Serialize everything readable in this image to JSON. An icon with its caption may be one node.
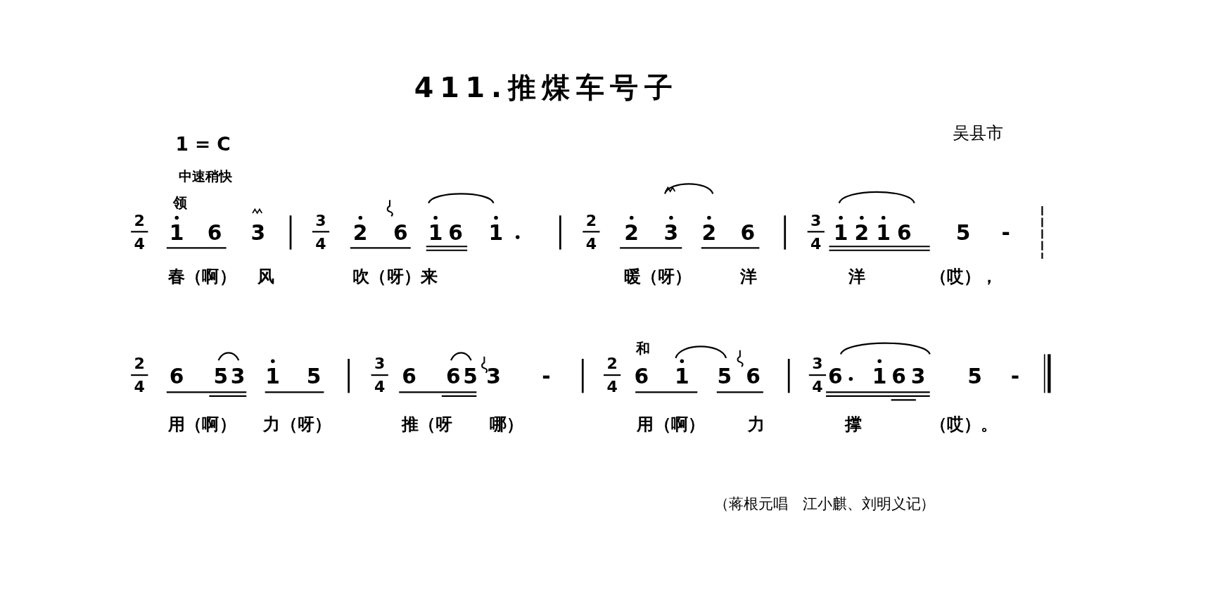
{
  "diagram": {
    "title": "411.推煤车号子",
    "labels": [
      "吴县市",
      "1 = C",
      "中速稍快",
      "领",
      "2",
      "4",
      "1",
      "6",
      "3",
      "3",
      "4",
      "2",
      "6",
      "1",
      "6",
      "1",
      "2",
      "4",
      "2",
      "3",
      "2",
      "6",
      "3",
      "4",
      "1",
      "2",
      "1",
      "6",
      "5",
      "-",
      "春（啊）",
      "风",
      "吹（呀）来",
      "暖（呀）",
      "洋",
      "洋",
      "（哎），",
      "和",
      "2",
      "4",
      "6",
      "5",
      "3",
      "1",
      "5",
      "3",
      "4",
      "6",
      "6",
      "5",
      "3",
      "-",
      "2",
      "4",
      "6",
      "1",
      "5",
      "6",
      "3",
      "4",
      "6",
      "1",
      "6",
      "3",
      "5",
      "-",
      "用（啊）",
      "力（呀）",
      "推（呀",
      "哪）",
      "用（啊）",
      "力",
      "撑",
      "（哎）。",
      "（蒋根元唱　江小麒、刘明义记）"
    ]
  }
}
